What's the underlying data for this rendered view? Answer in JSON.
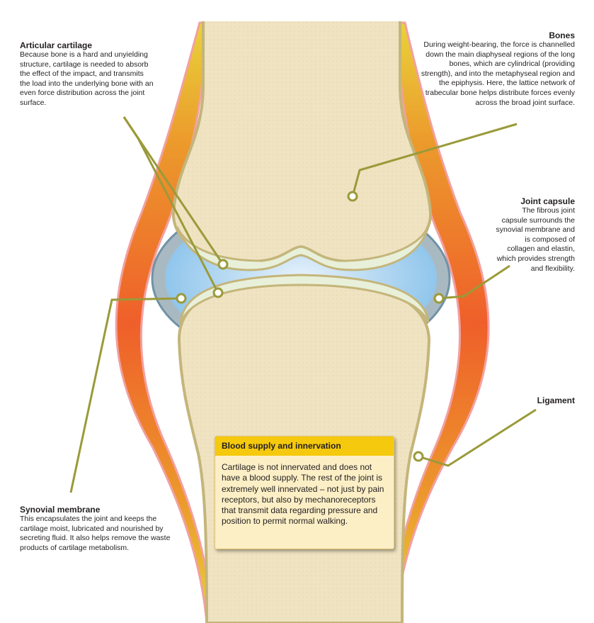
{
  "labels": {
    "articular_cartilage": {
      "title": "Articular cartilage",
      "body": "Because bone is a hard and unyielding structure, cartilage is needed to absorb the effect of the impact, and transmits the load into the underlying bone with an even force distribution across the joint surface."
    },
    "bones": {
      "title": "Bones",
      "body": "During weight-bearing, the force is channelled down the main diaphyseal regions of the long bones, which are cylindrical (providing strength), and into the metaphyseal region and the epiphysis. Here, the lattice network of trabecular bone helps distribute forces evenly across the broad joint surface."
    },
    "joint_capsule": {
      "title": "Joint capsule",
      "body": "The fibrous joint capsule surrounds the synovial membrane and is composed of collagen and elastin, which provides strength and flexibility."
    },
    "ligament": {
      "title": "Ligament"
    },
    "synovial_membrane": {
      "title": "Synovial membrane",
      "body": "This encapsulates the joint and keeps the cartilage moist, lubricated and nourished by secreting fluid. It also helps remove the waste products of cartilage metabolism."
    }
  },
  "infobox": {
    "title": "Blood supply and innervation",
    "body": "Cartilage is not innervated and does not have a blood supply. The rest of the joint is extremely well innervated – not just by pain receptors, but also by mechanoreceptors that transmit data regarding pressure and position to permit normal walking."
  },
  "colors": {
    "bone": "#efe3c2",
    "bone_outline": "#c4b57a",
    "cartilage": "#e8f0da",
    "fluid": "#a9d3f2",
    "capsule": "#a9b9c2",
    "ligament": "#ef6a2a",
    "leader": "#9a9a3a",
    "infobox_header": "#f5c90d"
  }
}
